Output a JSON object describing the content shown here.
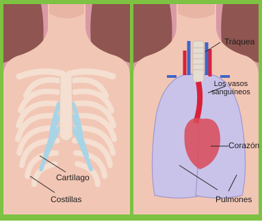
{
  "colors": {
    "border": "#7dc242",
    "background": "#d99aa5",
    "skin": "#f2c6b5",
    "hair": "#8f5550",
    "rib": "#f4dfd1",
    "cartilage": "#a9d4e6",
    "lung": "#c9c3e9",
    "heart": "#d94a58",
    "vessel_red": "#d8213b",
    "vessel_blue": "#3e66c8",
    "trachea": "#e5dcd2"
  },
  "left_panel": {
    "labels": {
      "cartilage": "Cartílago",
      "ribs": "Costillas"
    }
  },
  "right_panel": {
    "labels": {
      "trachea": "Tráquea",
      "vessels": "Los vasos\nsanguíneos",
      "heart": "Corazón",
      "lungs": "Pulmones"
    }
  }
}
